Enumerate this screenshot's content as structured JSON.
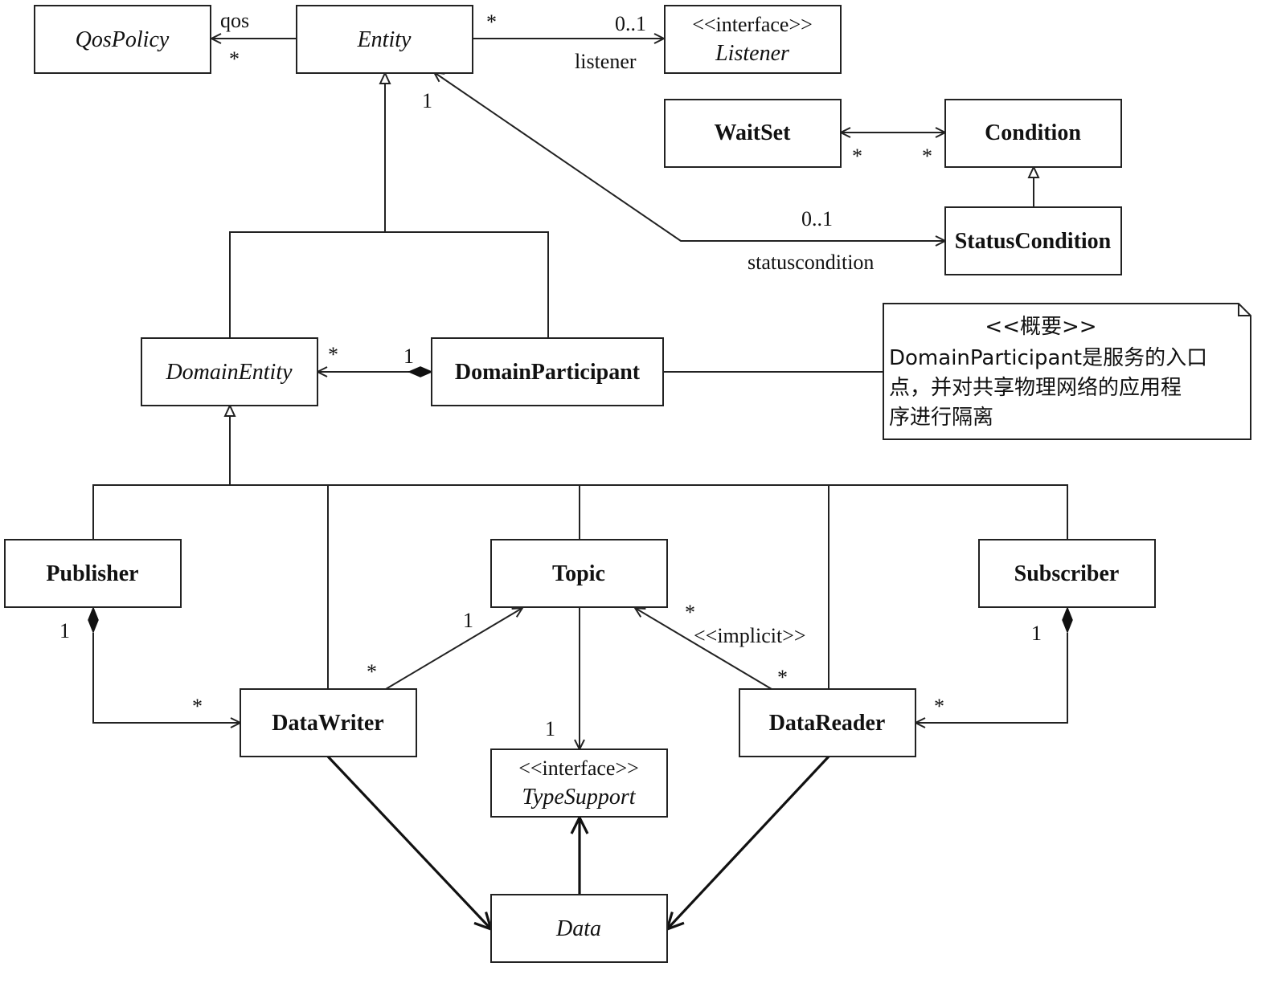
{
  "classes": {
    "qospolicy": "QosPolicy",
    "entity": "Entity",
    "listener_stereotype": "<<interface>>",
    "listener": "Listener",
    "waitset": "WaitSet",
    "condition": "Condition",
    "statuscondition": "StatusCondition",
    "domainentity": "DomainEntity",
    "domainparticipant": "DomainParticipant",
    "publisher": "Publisher",
    "topic": "Topic",
    "subscriber": "Subscriber",
    "datawriter": "DataWriter",
    "datareader": "DataReader",
    "typesupport_stereotype": "<<interface>>",
    "typesupport": "TypeSupport",
    "data": "Data"
  },
  "labels": {
    "qos_role": "qos",
    "qos_mult": "*",
    "listener_mult_src": "*",
    "listener_mult_dst": "0..1",
    "listener_role": "listener",
    "entity_status_mult": "1",
    "waitset_mult": "*",
    "condition_mult": "*",
    "status_mult": "0..1",
    "status_role": "statuscondition",
    "domainentity_mult": "*",
    "participant_mult": "1",
    "publisher_mult": "1",
    "publisher_writer_mult": "*",
    "topic_writer_mult": "1",
    "writer_topic_mult": "*",
    "topic_reader_mult": "*",
    "implicit": "<<implicit>>",
    "reader_topic_mult": "*",
    "subscriber_mult": "1",
    "subscriber_reader_mult": "*",
    "typesupport_mult": "1"
  },
  "note": {
    "stereotype": "<<概要>>",
    "line1": "DomainParticipant是服务的入口",
    "line2": "点，并对共享物理网络的应用程",
    "line3": "序进行隔离"
  }
}
